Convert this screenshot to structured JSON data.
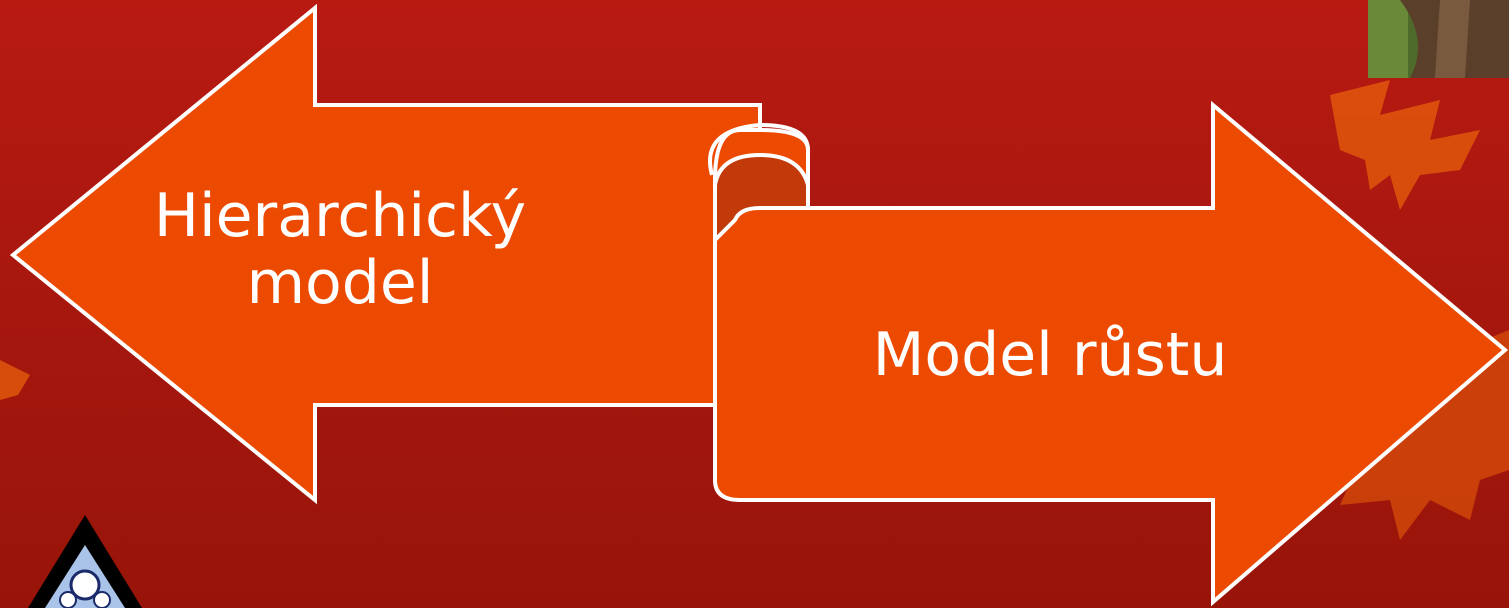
{
  "diagram": {
    "left_arrow": {
      "line1": "Hierarchický",
      "line2": "model"
    },
    "right_arrow": {
      "label": "Model růstu"
    }
  },
  "colors": {
    "background": "#b01a11",
    "arrow_fill": "#ec4a00",
    "arrow_stroke": "#ffffff",
    "scroll_inner": "#c23a0a",
    "leaf": "#e0570c"
  }
}
